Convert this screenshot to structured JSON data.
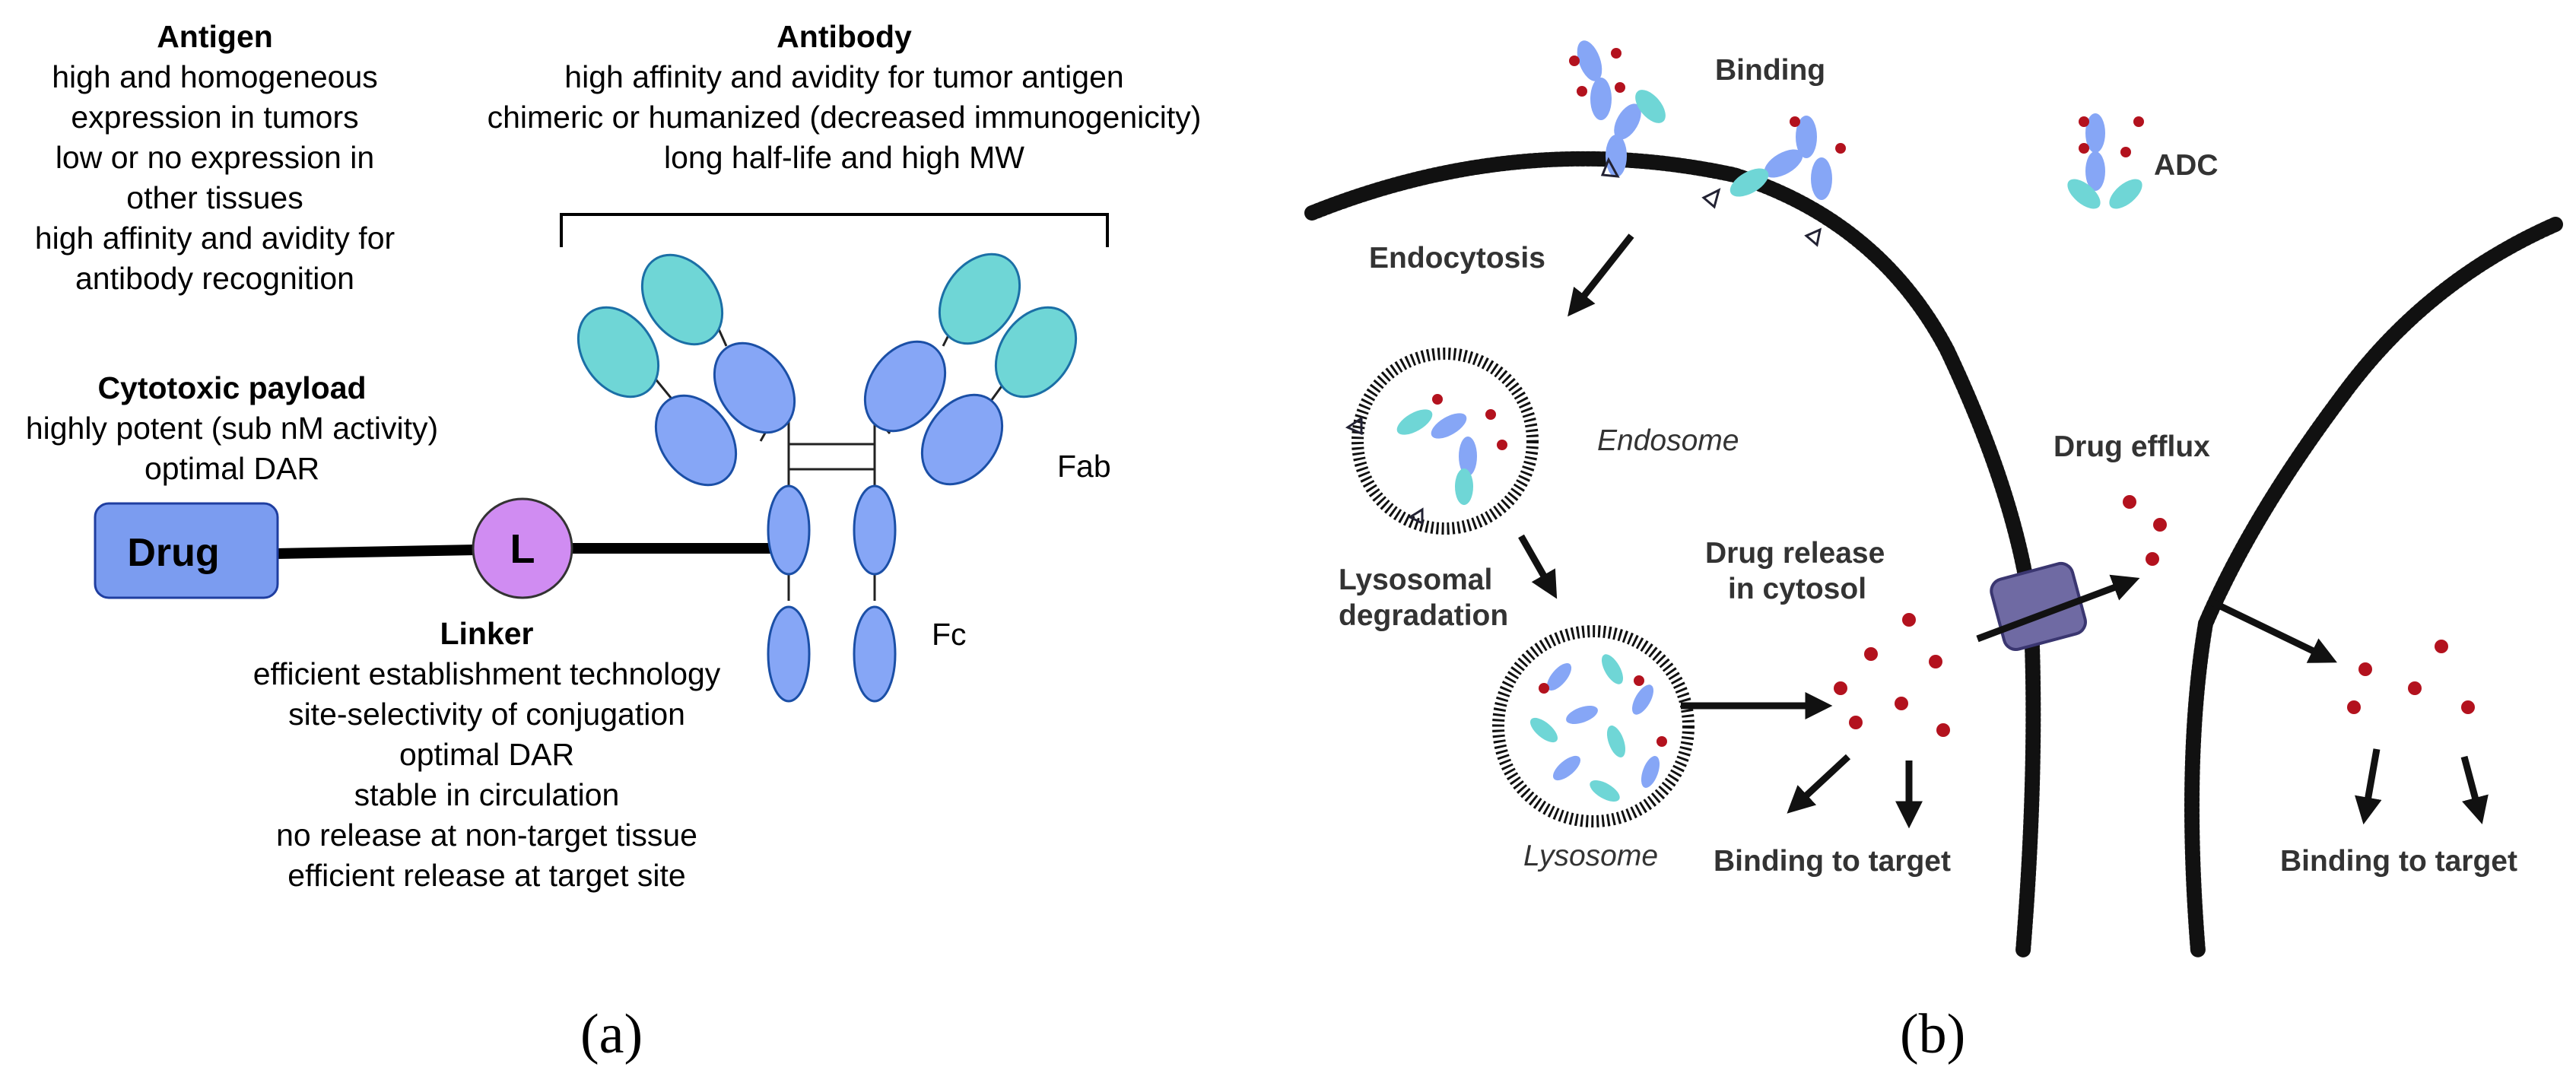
{
  "panel_a": {
    "antigen": {
      "title": "Antigen",
      "lines": [
        "high and homogeneous",
        "expression in tumors",
        "low or no expression in",
        "other tissues",
        "high affinity and avidity for",
        "antibody recognition"
      ]
    },
    "antibody": {
      "title": "Antibody",
      "lines": [
        "high affinity and avidity for tumor antigen",
        "chimeric or humanized (decreased immunogenicity)",
        "long half-life and high MW"
      ]
    },
    "payload": {
      "title": "Cytotoxic payload",
      "lines": [
        "highly potent (sub nM activity)",
        "optimal DAR"
      ]
    },
    "linker": {
      "title": "Linker",
      "lines": [
        "efficient establishment technology",
        "site-selectivity of conjugation",
        "optimal DAR",
        "stable in circulation",
        "no release at non-target tissue",
        "efficient release at target site"
      ]
    },
    "drug_label": "Drug",
    "linker_symbol": "L",
    "fab_label": "Fab",
    "fc_label": "Fc",
    "caption": "(a)"
  },
  "panel_b": {
    "binding": "Binding",
    "adc": "ADC",
    "endocytosis": "Endocytosis",
    "endosome": "Endosome",
    "lysosomal_degradation": [
      "Lysosomal",
      "degradation"
    ],
    "lysosome": "Lysosome",
    "drug_release": [
      "Drug release",
      "in cytosol"
    ],
    "drug_efflux": "Drug efflux",
    "binding_to_target_left": "Binding to target",
    "binding_to_target_right": "Binding to target",
    "caption": "(b)"
  },
  "colors": {
    "drug_box": "#7b9cf0",
    "linker_circle": "#d08cf2",
    "heavy_chain": "#86a6f6",
    "light_chain": "#6fd6d6",
    "membrane": "#111111",
    "drug_dot": "#b3121e",
    "pump": "#6f6aa3"
  }
}
